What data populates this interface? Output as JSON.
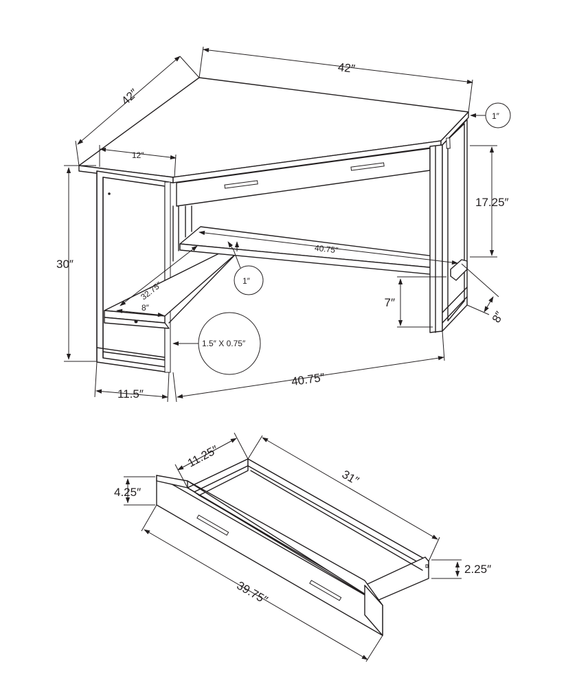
{
  "desk": {
    "top_width": "42″",
    "top_depth": "42″",
    "corner_depth": "12″",
    "top_thickness": "1″",
    "apron_height": "17.25″",
    "height": "30″",
    "shelf_length": "40.75″",
    "shelf_diagonal": "32.75″",
    "shelf_depth_left": "8″",
    "shelf_thickness": "1″",
    "leg_section": "1.5″ X 0.75″",
    "shelf_height": "7″",
    "shelf_depth_right": "8″",
    "base_depth": "11.5″",
    "base_length": "40.75″"
  },
  "drawer": {
    "depth": "11.25″",
    "length_inner": "31″",
    "front_height": "4.25″",
    "side_height": "2.25″",
    "front_length": "39.75″"
  }
}
